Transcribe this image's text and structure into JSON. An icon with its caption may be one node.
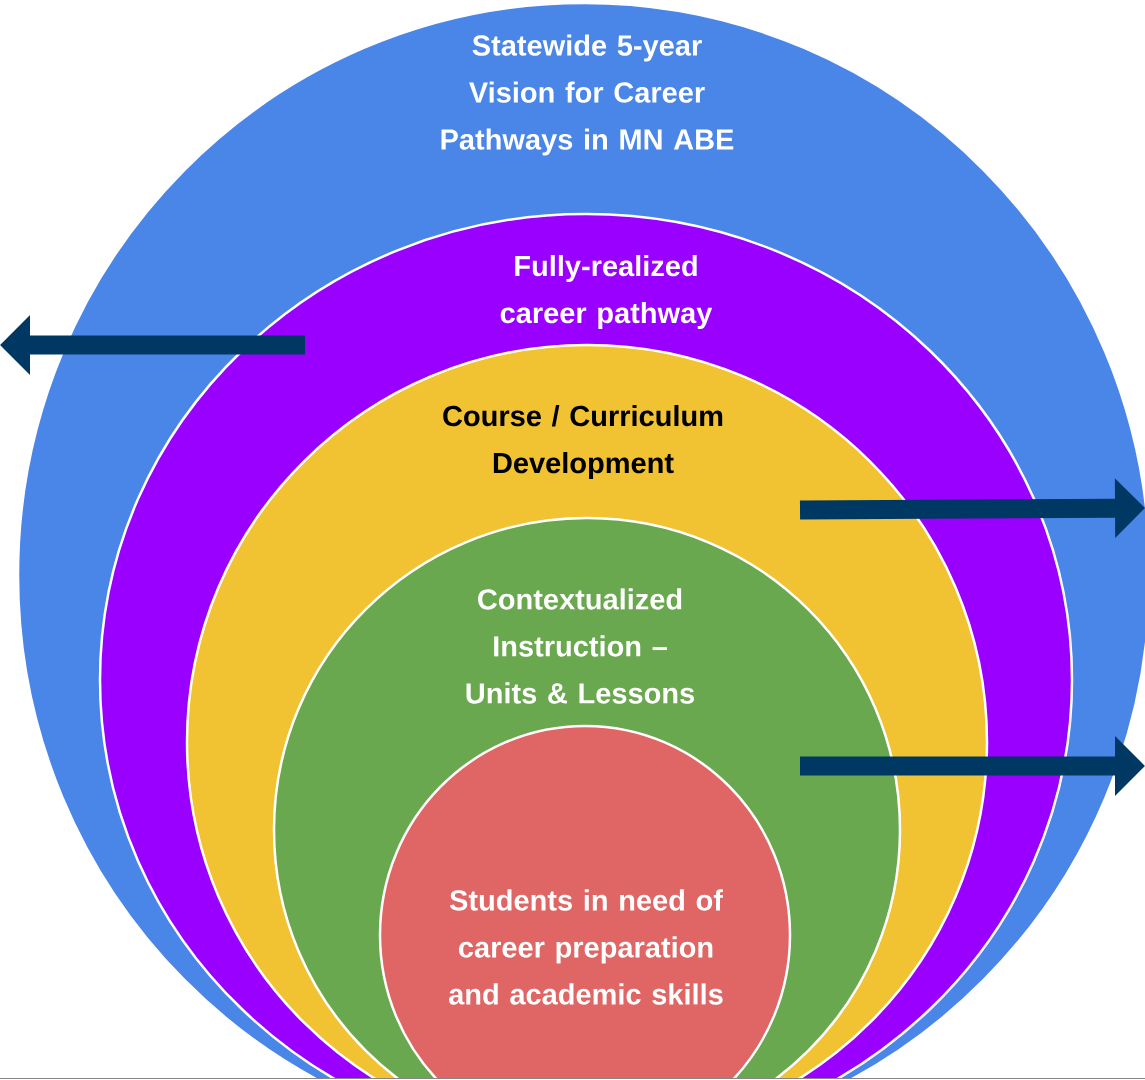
{
  "diagram": {
    "nodes": [
      {
        "text": [
          "Statewide 5-year Vision for Career Pathways in MN ABE"
        ]
      },
      {
        "text": [
          "Fully-realized career pathway"
        ],
        "in": 0
      },
      {
        "text": [
          "Course / Curriculum Development"
        ],
        "in": 1
      },
      {
        "text": [
          "Contextualized Instruction – Units & Lessons"
        ],
        "in": 2
      },
      {
        "text": [
          "Students in need of career preparation and academic skills"
        ],
        "in": 3
      }
    ]
  }
}
